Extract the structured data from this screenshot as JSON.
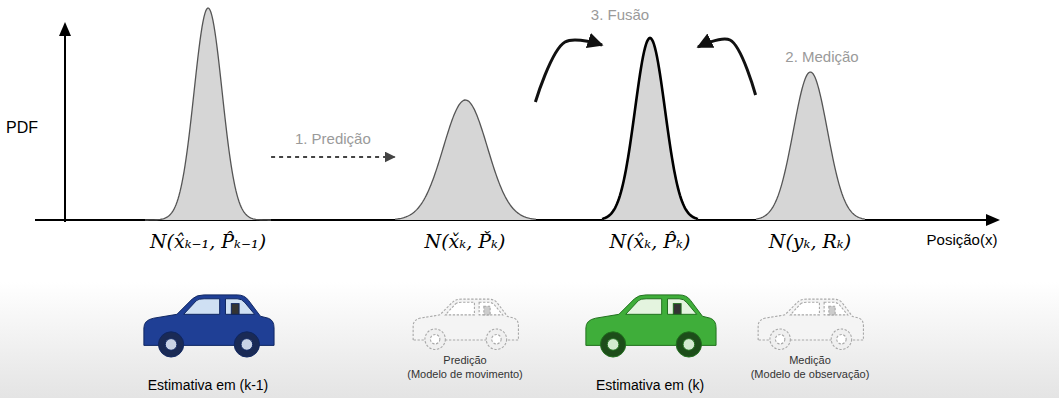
{
  "diagram": {
    "nodes": [
      {
        "text": [
          "N(x̂ₖ₋₁, P̂ₖ₋₁)"
        ]
      },
      {
        "text": [
          "N(x̌ₖ, P̌ₖ)"
        ]
      },
      {
        "text": [
          "N(x̂ₖ, P̂ₖ)"
        ]
      },
      {
        "text": [
          "N(yₖ, Rₖ)"
        ]
      }
    ],
    "edges": [
      {
        "from": 0,
        "to": 1,
        "label": "1. Predição",
        "arrow": "to"
      },
      {
        "from": 1,
        "to": 2,
        "arrow": "to"
      },
      {
        "from": 3,
        "to": 2,
        "arrow": "to"
      }
    ],
    "labels": [
      "PDF",
      "Posição(x)",
      "3. Fusão",
      "2. Medição",
      "Estimativa em (k-1)",
      "Predição",
      "(Modelo de movimento)",
      "Estimativa em (k)",
      "Medição",
      "(Modelo de observação)"
    ]
  }
}
